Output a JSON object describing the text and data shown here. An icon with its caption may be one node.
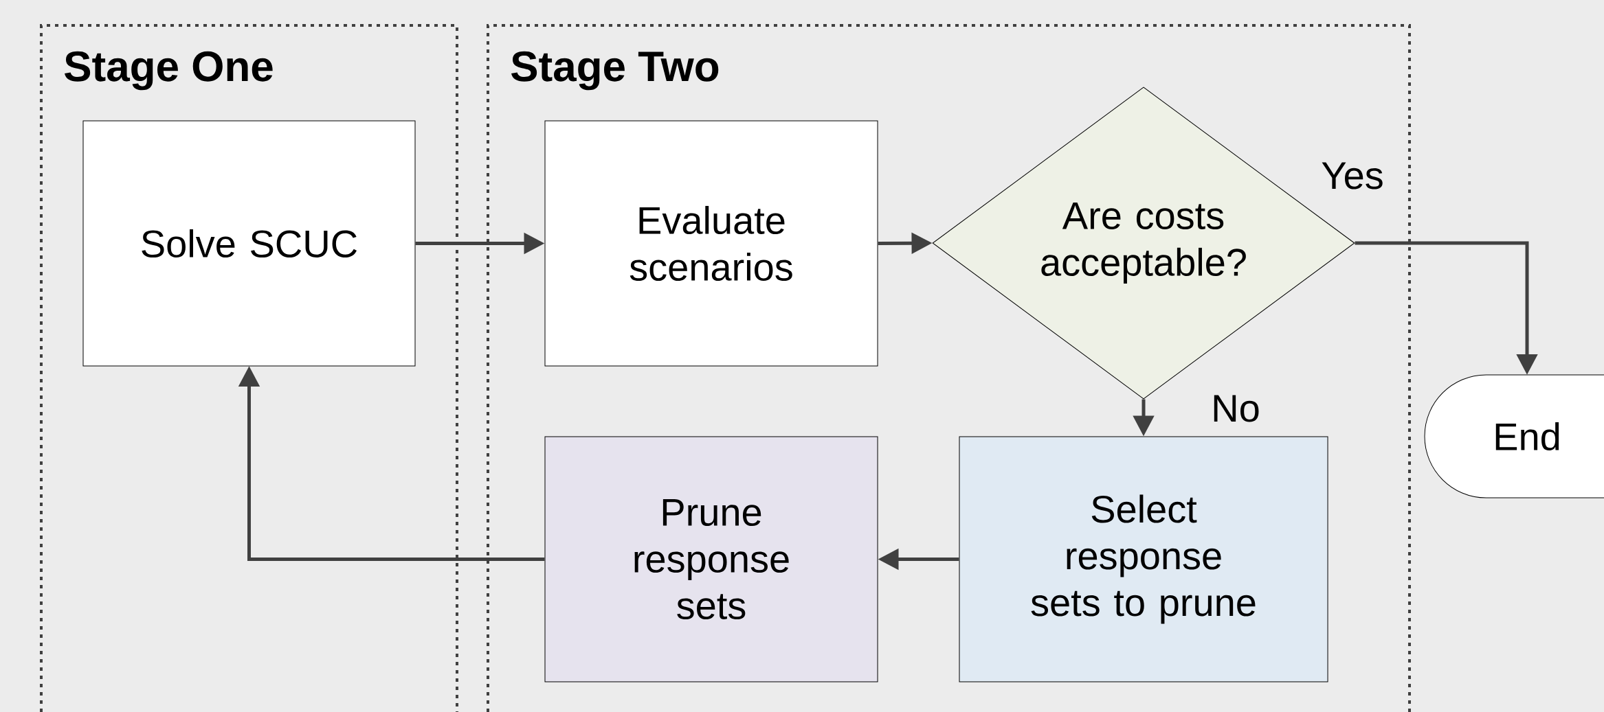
{
  "diagram": {
    "nodes": [
      {
        "text": [
          "Stage One"
        ]
      },
      {
        "text": [
          "Stage Two"
        ]
      },
      {
        "text": [
          "Solve SCUC"
        ],
        "in": 0
      },
      {
        "text": [
          "Evaluate scenarios"
        ],
        "in": 1
      },
      {
        "text": [
          "Are costs acceptable?"
        ],
        "in": 1
      },
      {
        "text": [
          "End"
        ]
      },
      {
        "text": [
          "Prune response sets"
        ],
        "in": 1
      },
      {
        "text": [
          "Select response sets to prune"
        ],
        "in": 1
      }
    ],
    "edges": [
      {
        "from": 2,
        "to": 3,
        "arrow": "to"
      },
      {
        "from": 3,
        "to": 4,
        "arrow": "to"
      },
      {
        "from": 4,
        "to": 5,
        "arrow": "to",
        "label": "Yes"
      },
      {
        "from": 4,
        "to": 7,
        "arrow": "to",
        "label": "No"
      },
      {
        "from": 7,
        "to": 6,
        "arrow": "to"
      },
      {
        "from": 6,
        "to": 2,
        "arrow": "to"
      }
    ]
  }
}
